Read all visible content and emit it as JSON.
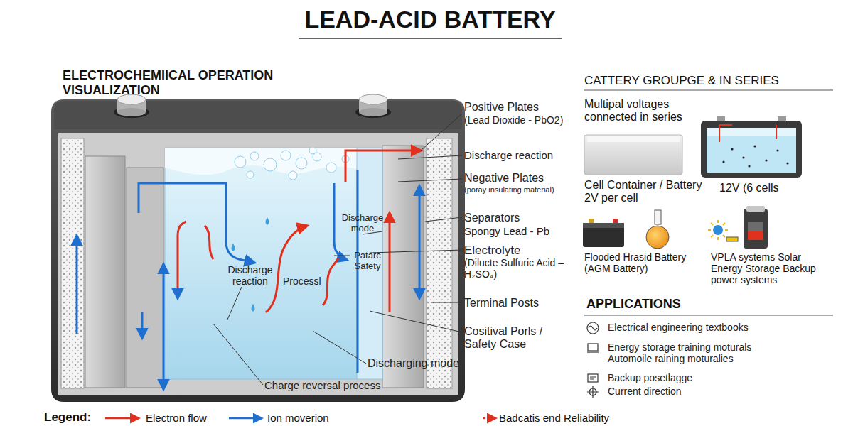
{
  "diagram": {
    "title": "LEAD-ACID BATTERY",
    "nodes": [
      {
        "text": [
          "Cell Container / Battery 2V per cell"
        ]
      },
      {
        "text": [
          "12V (6 cells"
        ]
      },
      {
        "text": [
          "Flooded Hrasid Battery (AGM Battery)"
        ]
      },
      {
        "text": [
          "VPLA systems Solar Energy Storage Backup power systems"
        ]
      }
    ],
    "labels": [
      "ELECTROCHEMIICAL OPERATION VISUALIZATION",
      "Positive Plates",
      "(Lead Dioxide - PbO2)",
      "Discharge reaction",
      "Negative Plates",
      "(poray insulating material)",
      "Separators",
      "Spongy Lead - Pb",
      "Electrolyte",
      "(Dilucte Sulfuric Acid – H₂SO₄)",
      "Terminal Posts",
      "Cositival Porls / Safety Case",
      "Discharging mode",
      "Charge reversal process",
      "Discharge reaction",
      "Processl",
      "Discharge mode",
      "Patarc Safety",
      "CATTERY GROUPGE & IN SERIES",
      "Multipal voltages connected in series",
      "APPLICATIONS",
      "Electrical engineering textbooks",
      "Energy storage training moturals",
      "Automoile raining moturalies",
      "Backup posetlagge",
      "Current direction",
      "Legend:"
    ],
    "legend": [
      {
        "text": "Electron flow"
      },
      {
        "text": "Ion moverion"
      },
      {
        "text": "Badcatis end Reliability"
      }
    ]
  }
}
